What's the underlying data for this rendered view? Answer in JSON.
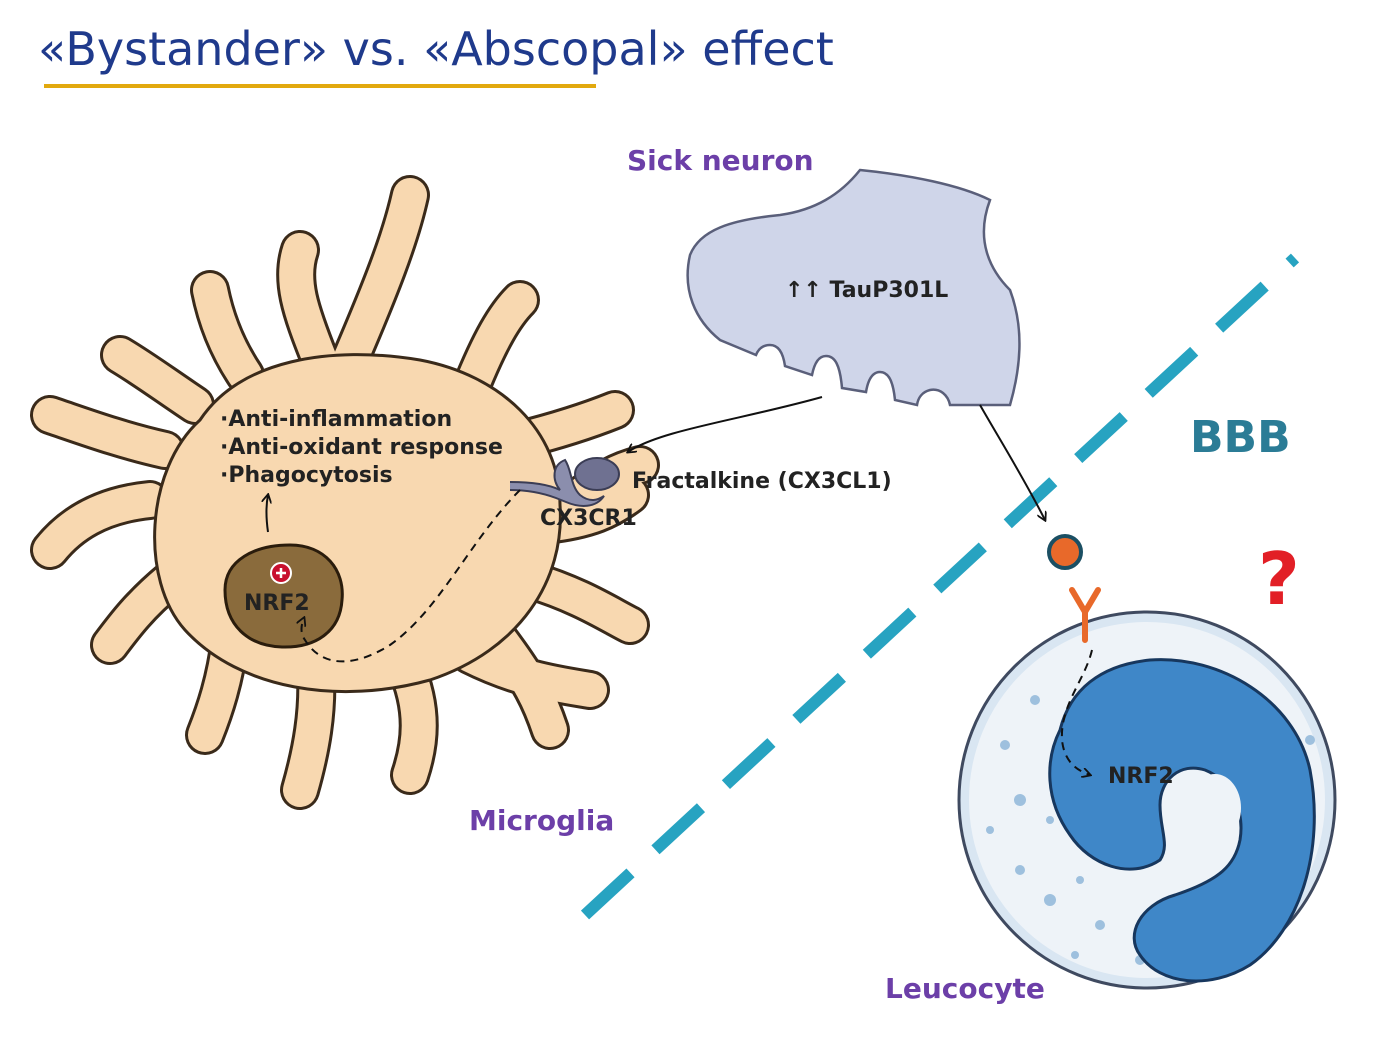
{
  "slide": {
    "title": "«Bystander» vs. «Abscopal» effect"
  },
  "labels": {
    "sick_neuron": "Sick neuron",
    "tau": "↑↑ TauP301L",
    "bbb": "BBB",
    "fractalkine": "Fractalkine (CX3CL1)",
    "receptor": "CX3CR1",
    "nrf2_microglia": "NRF2",
    "nrf2_leucocyte": "NRF2",
    "microglia": "Microglia",
    "leucocyte": "Leucocyte",
    "question": "?"
  },
  "effects": [
    "·Anti-inflammation",
    "·Anti-oxidant response",
    "·Phagocytosis"
  ],
  "colors": {
    "title": "#1f3a8c",
    "underline": "#e2a90e",
    "label_purple": "#6c3fa8",
    "bbb": "#2b7c96",
    "barrier": "#27a3c1",
    "microglia_fill": "#f8d8b0",
    "nucleus_fill": "#8a6b3c",
    "neuron_fill": "#cfd5e9",
    "leucocyte_cytoplasm": "#d9e6f2",
    "leucocyte_nucleus": "#3f87c8",
    "ligand": "#e8692a",
    "question": "#e21f26"
  }
}
